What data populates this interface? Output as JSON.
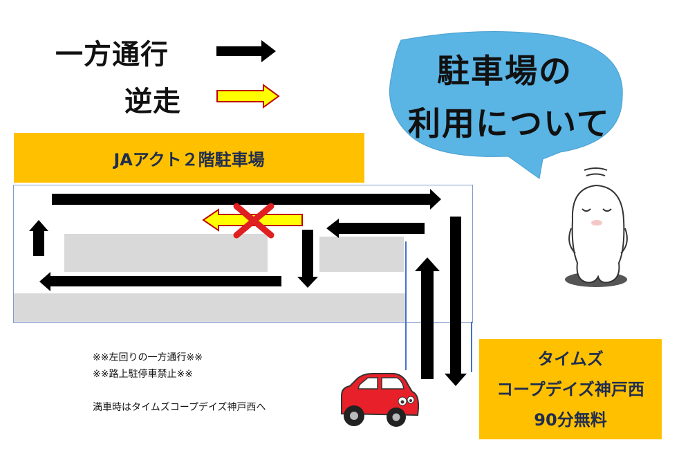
{
  "legend": {
    "one_way_label": "一方通行",
    "wrong_way_label": "逆走",
    "one_way_color": "#000000",
    "wrong_way_color": "#ffff00",
    "wrong_way_border": "#c00000"
  },
  "parking": {
    "title": "JAアクト２階駐車場",
    "banner_color": "#ffc000"
  },
  "bubble": {
    "line1": "駐車場の",
    "line2": "利用について",
    "color": "#5ab4e4"
  },
  "notes": {
    "line1": "※※左回りの一方通行※※",
    "line2": "※※路上駐停車禁止※※",
    "line3": "満車時はタイムズコープデイズ神戸西へ"
  },
  "times": {
    "line1": "タイムズ",
    "line2": "コープデイズ神戸西",
    "line3": "90分無料"
  },
  "icons": {
    "car": "red-car-icon",
    "mascot": "bowing-mascot-icon",
    "prohibited": "red-x-icon"
  }
}
